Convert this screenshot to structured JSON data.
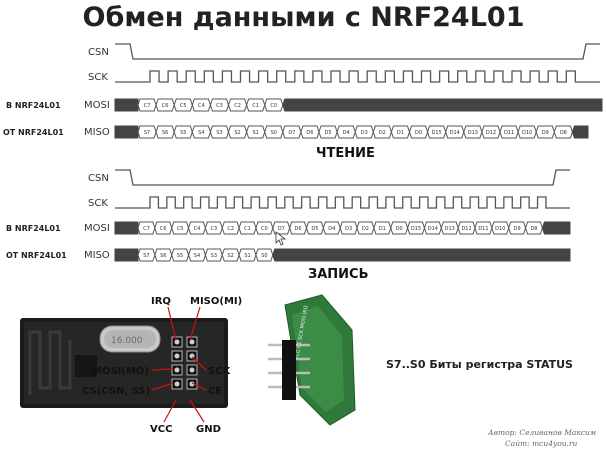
{
  "title": "Обмен данными с NRF24L01",
  "read_section": {
    "label": "ЧТЕНИЕ",
    "signals": {
      "csn": "CSN",
      "sck": "SCK",
      "mosi": "MOSI",
      "miso": "MISO"
    },
    "side_labels": {
      "mosi": "В NRF24L01",
      "miso": "ОТ NRF24L01"
    },
    "mosi_bits": [
      "C7",
      "C6",
      "C5",
      "C4",
      "C3",
      "C2",
      "C1",
      "C0"
    ],
    "miso_bits": [
      "S7",
      "S6",
      "S5",
      "S4",
      "S3",
      "S2",
      "S1",
      "S0",
      "D7",
      "D6",
      "D5",
      "D4",
      "D3",
      "D2",
      "D1",
      "D0",
      "D15",
      "D14",
      "D13",
      "D12",
      "D11",
      "D10",
      "D9",
      "D8"
    ]
  },
  "write_section": {
    "label": "ЗАПИСЬ",
    "signals": {
      "csn": "CSN",
      "sck": "SCK",
      "mosi": "MOSI",
      "miso": "MISO"
    },
    "side_labels": {
      "mosi": "В NRF24L01",
      "miso": "ОТ NRF24L01"
    },
    "mosi_bits": [
      "C7",
      "C6",
      "C5",
      "C4",
      "C3",
      "C2",
      "C1",
      "C0",
      "D7",
      "D6",
      "D5",
      "D4",
      "D3",
      "D2",
      "D1",
      "D0",
      "D15",
      "D14",
      "D13",
      "D12",
      "D11",
      "D10",
      "D9",
      "D8"
    ],
    "miso_bits": [
      "S7",
      "S6",
      "S5",
      "S4",
      "S3",
      "S2",
      "S1",
      "S0"
    ]
  },
  "module": {
    "crystal_text": "16.000",
    "pins": {
      "irq": "IRQ",
      "miso": "MISO(MI)",
      "mosi": "MOSI(MO)",
      "sck": "SCK",
      "cs": "CS(CSN, SS)",
      "ce": "CE",
      "vcc": "VCC",
      "gnd": "GND"
    },
    "side_pcb_text": "VCC CE SCK MOSI IRQ"
  },
  "status_note": "S7..S0 Биты регистра STATUS",
  "author": {
    "line1": "Автор: Селиванов Максим",
    "line2": "Сайт: mcu4you.ru"
  }
}
